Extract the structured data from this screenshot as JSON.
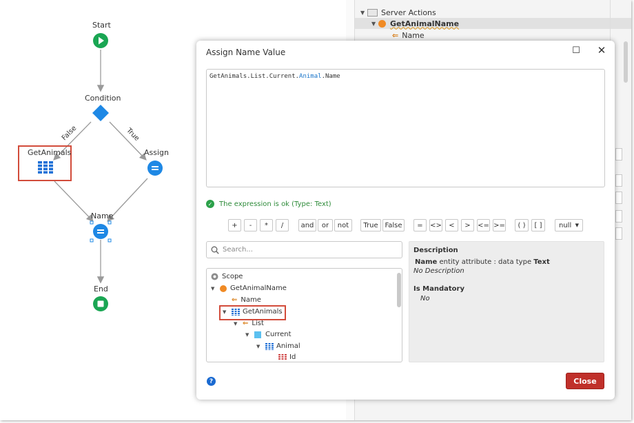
{
  "flow": {
    "start_label": "Start",
    "condition_label": "Condition",
    "false_label": "False",
    "true_label": "True",
    "getanimals_label": "GetAnimals",
    "assign_label": "Assign",
    "name_label": "Name",
    "end_label": "End"
  },
  "right_panel": {
    "server_actions": "Server Actions",
    "action_name": "GetAnimalName",
    "param_name": "Name"
  },
  "dialog": {
    "title": "Assign Name Value",
    "maximize_glyph": "☐",
    "close_glyph": "✕",
    "expression": {
      "part1": "GetAnimals.List.Current.",
      "highlight": "Animal",
      "part2": ".Name"
    },
    "status": "The expression is ok (Type: Text)",
    "operators": [
      "+",
      "-",
      "*",
      "/",
      "and",
      "or",
      "not",
      "True",
      "False",
      "=",
      "<>",
      "<",
      ">",
      "<=",
      ">=",
      "( )",
      "[ ]",
      "null"
    ],
    "search_placeholder": "Search...",
    "tree": {
      "scope": "Scope",
      "action": "GetAnimalName",
      "param": "Name",
      "aggregate": "GetAnimals",
      "list": "List",
      "current": "Current",
      "entity": "Animal",
      "attribute": "Id"
    },
    "description": {
      "heading": "Description",
      "name_bold": "Name",
      "name_rest": " entity attribute : data type ",
      "type_bold": "Text",
      "no_desc": "No Description",
      "mandatory_heading": "Is Mandatory",
      "mandatory_value": "No"
    },
    "help_glyph": "?",
    "close_label": "Close"
  },
  "colors": {
    "start_green": "#1aa653",
    "node_blue": "#1e88e5",
    "close_red": "#c0302a",
    "highlight_box": "#d24b3a"
  }
}
